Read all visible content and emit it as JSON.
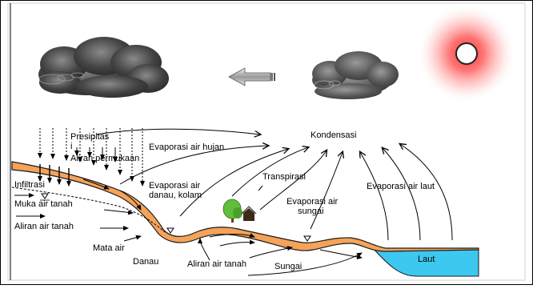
{
  "labels": {
    "presipitasi_line1": "Presipitas",
    "presipitasi_line2": "i",
    "aliran_permukaan": "Aliran permukaan",
    "infiltrasi": "Infiltrasi",
    "muka_air_tanah": "Muka air tanah",
    "aliran_air_tanah_left": "Aliran air tanah",
    "mata_air": "Mata air",
    "danau": "Danau",
    "aliran_air_tanah_bottom": "Aliran air tanah",
    "sungai": "Sungai",
    "laut": "Laut",
    "evaporasi_air_hujan": "Evaporasi air hujan",
    "evaporasi_danau_line1": "Evaporasi air",
    "evaporasi_danau_line2": "danau, kolam",
    "transpirasi": "Transpirasi",
    "evaporasi_sungai_line1": "Evaporasi air",
    "evaporasi_sungai_line2": "sungai",
    "evaporasi_laut": "Evaporasi air laut",
    "kondensasi": "Kondensasi"
  },
  "colors": {
    "ground": "#f5a35a",
    "ground_edge": "#1a1a1a",
    "sea": "#3cc8ef",
    "cloud": "#555555",
    "sun_glow": "#ff4a4a",
    "tree": "#5fbf3a"
  },
  "icons": [
    "large-cloud-icon",
    "small-cloud-icon",
    "sun-icon",
    "left-arrow-icon",
    "tree-icon",
    "house-icon"
  ]
}
